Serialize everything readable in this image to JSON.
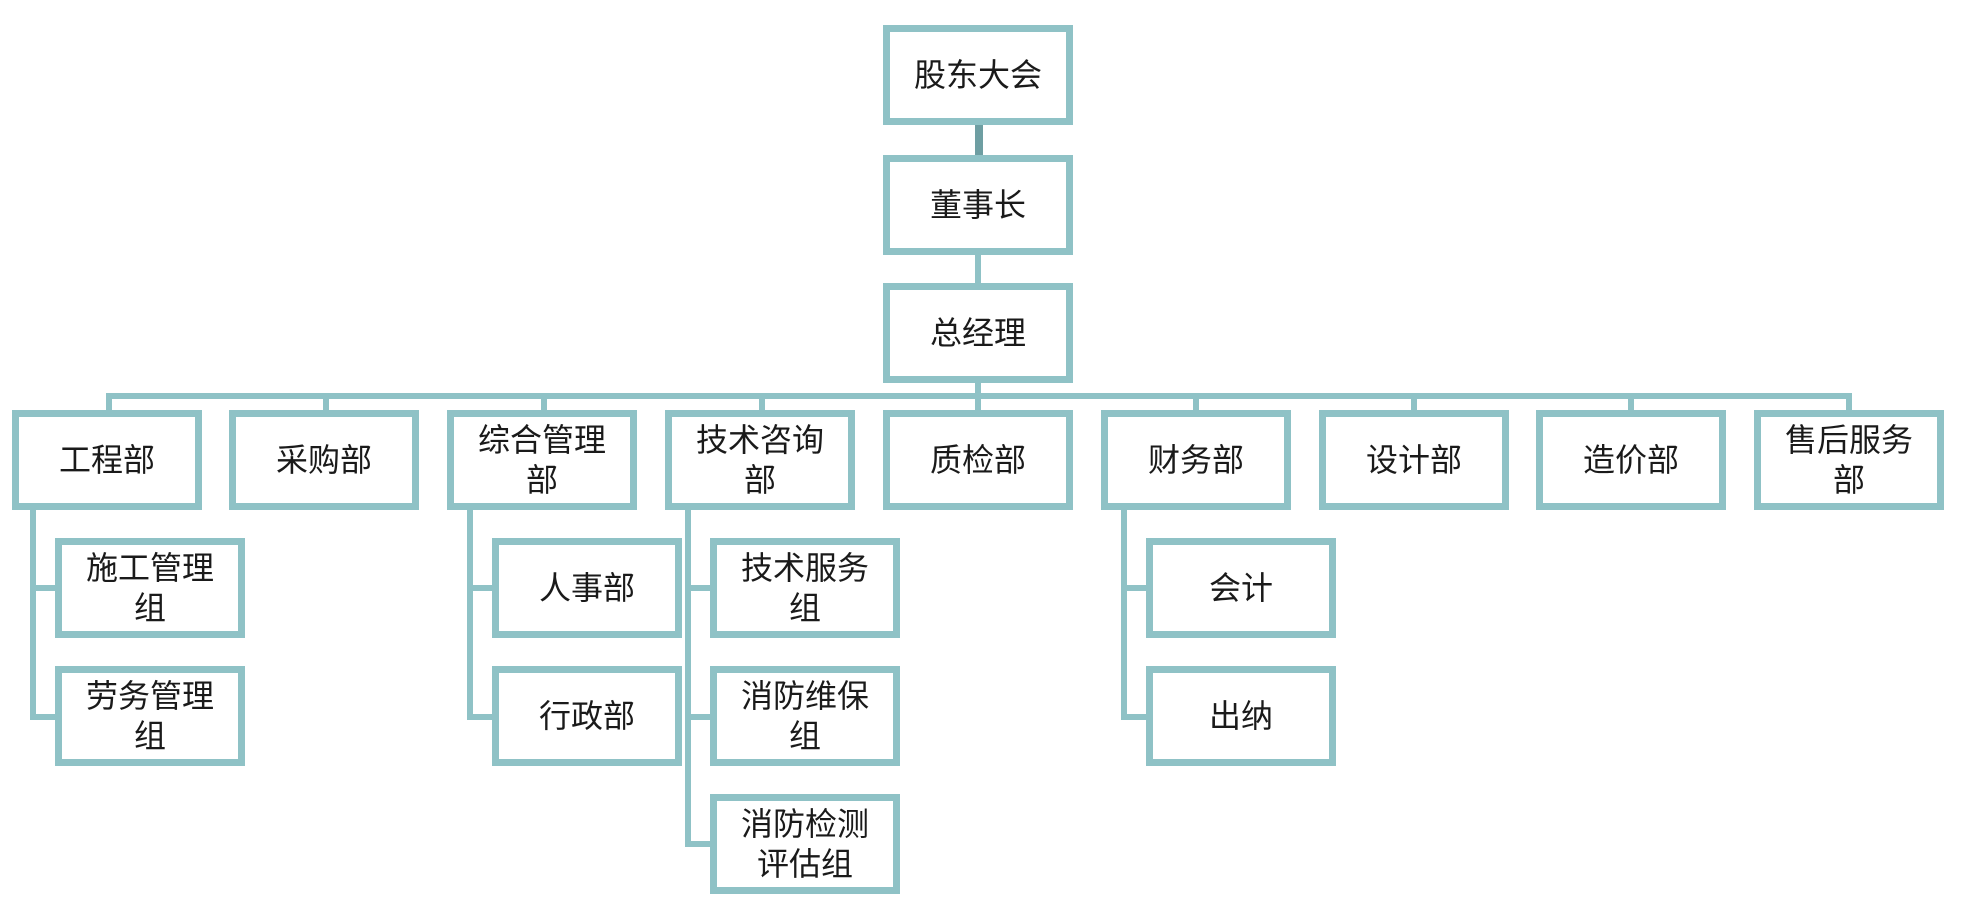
{
  "colors": {
    "accent": "#8fc2c6",
    "connector_dark": "#6e9ea2",
    "text": "#1a1a1a",
    "background": "#ffffff"
  },
  "top": {
    "shareholders": "股东大会",
    "chairman": "董事长",
    "general_manager": "总经理"
  },
  "departments": {
    "engineering": "工程部",
    "procurement": "采购部",
    "general_admin": "综合管理部",
    "tech_consulting": "技术咨询部",
    "quality": "质检部",
    "finance": "财务部",
    "design": "设计部",
    "costing": "造价部",
    "after_sales": "售后服务部"
  },
  "sub": {
    "construction_mgmt": "施工管理组",
    "labor_mgmt": "劳务管理组",
    "hr": "人事部",
    "admin": "行政部",
    "tech_service": "技术服务组",
    "fire_maintenance": "消防维保组",
    "fire_inspection": "消防检测评估组",
    "accounting": "会计",
    "cashier": "出纳"
  }
}
